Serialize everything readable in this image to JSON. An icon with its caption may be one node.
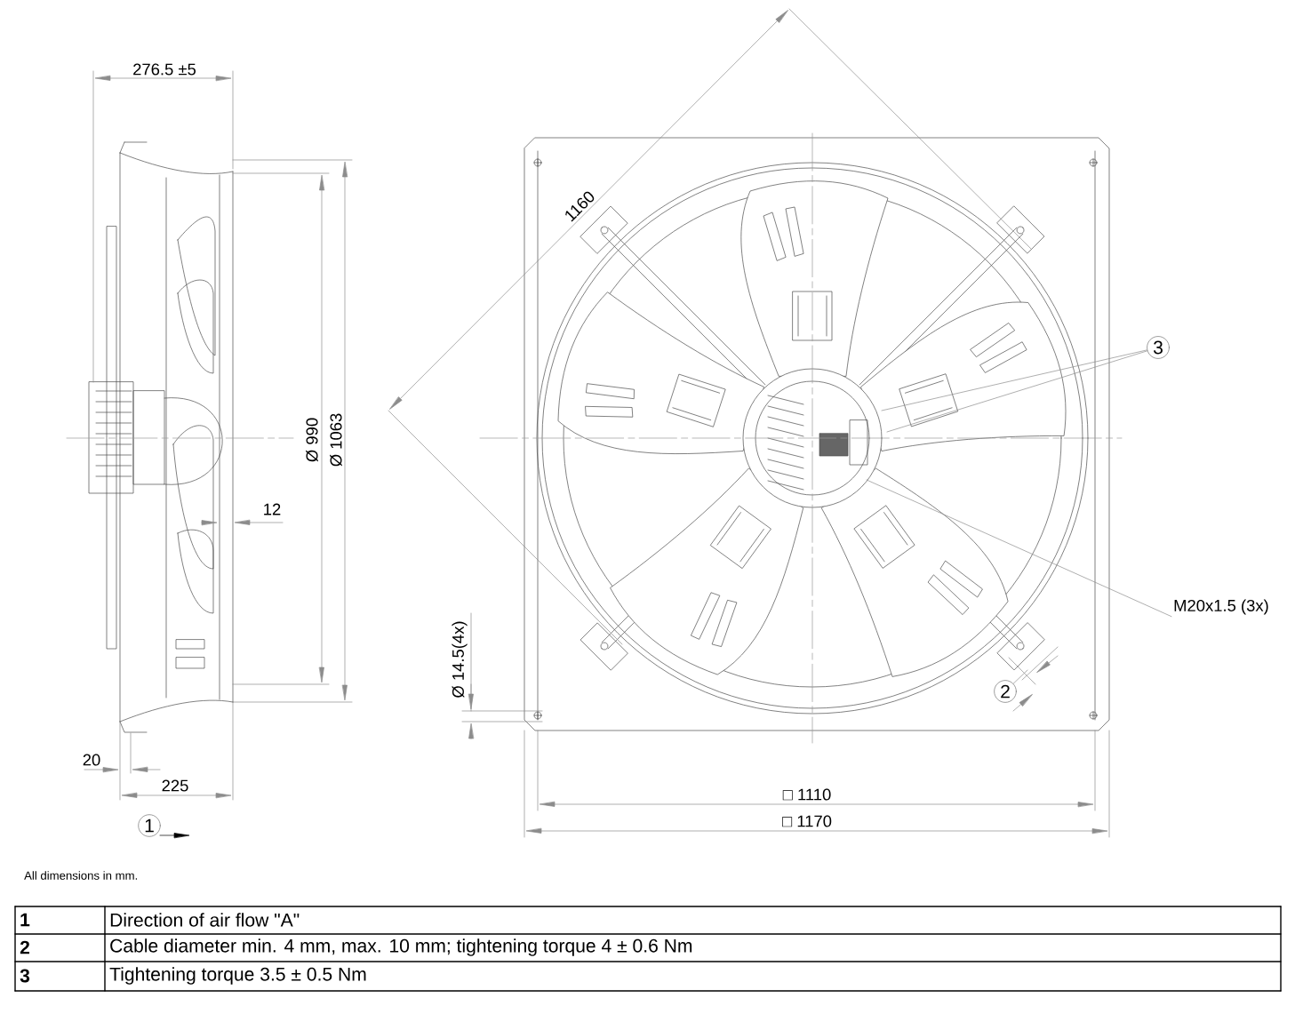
{
  "diagram": {
    "nodes": [
      {
        "text": [
          "1"
        ]
      },
      {
        "text": [
          "2"
        ]
      },
      {
        "text": [
          "3"
        ]
      },
      {
        "text": [
          "M20x1.5 (3x)"
        ]
      }
    ],
    "edges": [
      {
        "from": 2,
        "to": null,
        "arrow": "none"
      },
      {
        "from": 2,
        "to": null,
        "arrow": "none"
      },
      {
        "from": 1,
        "to": null,
        "arrow": "none"
      },
      {
        "from": 3,
        "to": null,
        "arrow": "none"
      }
    ],
    "labels": [
      "276.5 ±5",
      "12",
      "Ø 990",
      "Ø 1063",
      "20",
      "225",
      "1160",
      "Ø 14.5(4x)",
      "□ 1110",
      "□ 1170",
      "All dimensions in mm.",
      "1",
      "Direction of air flow \"A\"",
      "2",
      "Cable diameter min. 4 mm, max. 10 mm; tightening torque 4 ± 0.6 Nm",
      "3",
      "Tightening torque 3.5 ± 0.5 Nm"
    ]
  }
}
